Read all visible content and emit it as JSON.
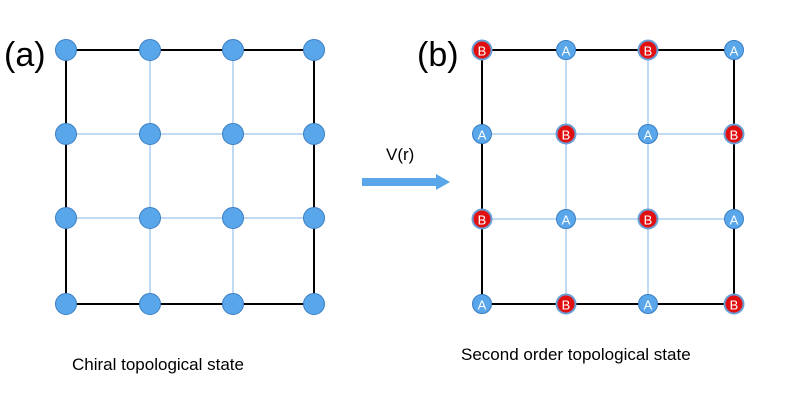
{
  "left_panel": {
    "label": "(a)",
    "caption": "Chiral topological state",
    "nodes": [
      [
        "",
        "",
        "",
        ""
      ],
      [
        "",
        "",
        "",
        ""
      ],
      [
        "",
        "",
        "",
        ""
      ],
      [
        "",
        "",
        "",
        ""
      ]
    ]
  },
  "right_panel": {
    "label": "(b)",
    "caption": "Second order topological state",
    "nodes": [
      [
        "B",
        "A",
        "B",
        "A"
      ],
      [
        "A",
        "B",
        "A",
        "B"
      ],
      [
        "B",
        "A",
        "B",
        "A"
      ],
      [
        "A",
        "B",
        "A",
        "B"
      ]
    ]
  },
  "arrow": {
    "label": "V(r)"
  },
  "colors": {
    "node_blue": "#5aa6ea",
    "node_blue_stroke": "#3a7fc4",
    "node_red": "#e01010",
    "node_red_stroke": "#6a9fd6",
    "inner_line": "#7fb6e6",
    "outer_line": "#000000",
    "arrow_fill": "#5aa6ea"
  }
}
